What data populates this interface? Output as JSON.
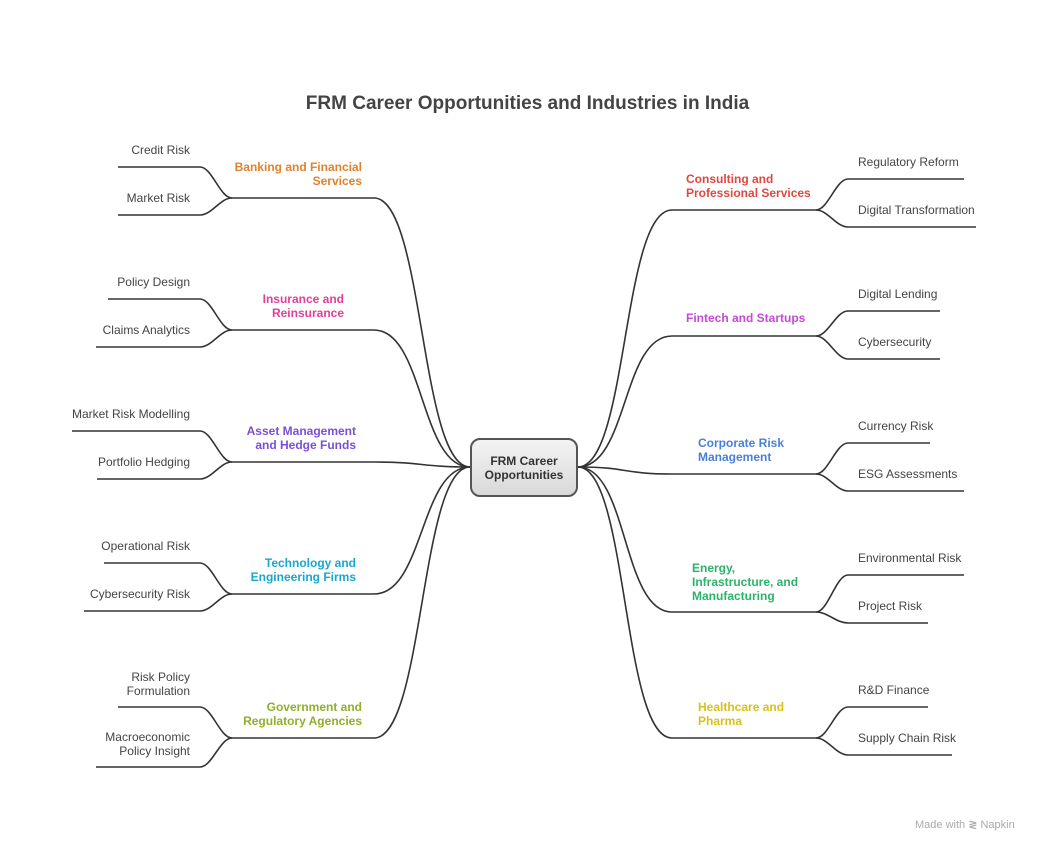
{
  "title": "FRM Career Opportunities and Industries in India",
  "center": {
    "lines": [
      "FRM Career",
      "Opportunities"
    ]
  },
  "branches": [
    {
      "side": "left",
      "color": "#e0822d",
      "lines": [
        "Banking and Financial",
        "Services"
      ],
      "leaves": [
        {
          "lines": [
            "Credit Risk"
          ]
        },
        {
          "lines": [
            "Market Risk"
          ]
        }
      ]
    },
    {
      "side": "left",
      "color": "#e0409a",
      "lines": [
        "Insurance and",
        "Reinsurance"
      ],
      "leaves": [
        {
          "lines": [
            "Policy Design"
          ]
        },
        {
          "lines": [
            "Claims Analytics"
          ]
        }
      ]
    },
    {
      "side": "left",
      "color": "#7a4fd8",
      "lines": [
        "Asset Management",
        "and Hedge Funds"
      ],
      "leaves": [
        {
          "lines": [
            "Market Risk Modelling"
          ]
        },
        {
          "lines": [
            "Portfolio Hedging"
          ]
        }
      ]
    },
    {
      "side": "left",
      "color": "#1aa6cf",
      "lines": [
        "Technology and",
        "Engineering Firms"
      ],
      "leaves": [
        {
          "lines": [
            "Operational Risk"
          ]
        },
        {
          "lines": [
            "Cybersecurity Risk"
          ]
        }
      ]
    },
    {
      "side": "left",
      "color": "#8fb02a",
      "lines": [
        "Government and",
        "Regulatory Agencies"
      ],
      "leaves": [
        {
          "lines": [
            "Risk Policy",
            "Formulation"
          ]
        },
        {
          "lines": [
            "Macroeconomic",
            "Policy Insight"
          ]
        }
      ]
    },
    {
      "side": "right",
      "color": "#e0473e",
      "lines": [
        "Consulting and",
        "Professional Services"
      ],
      "leaves": [
        {
          "lines": [
            "Regulatory Reform"
          ]
        },
        {
          "lines": [
            "Digital Transformation"
          ]
        }
      ]
    },
    {
      "side": "right",
      "color": "#c54ad6",
      "lines": [
        "Fintech and Startups"
      ],
      "leaves": [
        {
          "lines": [
            "Digital Lending"
          ]
        },
        {
          "lines": [
            "Cybersecurity"
          ]
        }
      ]
    },
    {
      "side": "right",
      "color": "#4a7fd8",
      "lines": [
        "Corporate Risk",
        "Management"
      ],
      "leaves": [
        {
          "lines": [
            "Currency Risk"
          ]
        },
        {
          "lines": [
            "ESG Assessments"
          ]
        }
      ]
    },
    {
      "side": "right",
      "color": "#2bb36b",
      "lines": [
        "Energy,",
        "Infrastructure, and",
        "Manufacturing"
      ],
      "leaves": [
        {
          "lines": [
            "Environmental Risk"
          ]
        },
        {
          "lines": [
            "Project Risk"
          ]
        }
      ]
    },
    {
      "side": "right",
      "color": "#d9c11a",
      "lines": [
        "Healthcare and",
        "Pharma"
      ],
      "leaves": [
        {
          "lines": [
            "R&D Finance"
          ]
        },
        {
          "lines": [
            "Supply Chain Risk"
          ]
        }
      ]
    }
  ],
  "footer": {
    "made_with": "Made with",
    "brand": "Napkin",
    "icon": "napkin-logo-icon"
  }
}
